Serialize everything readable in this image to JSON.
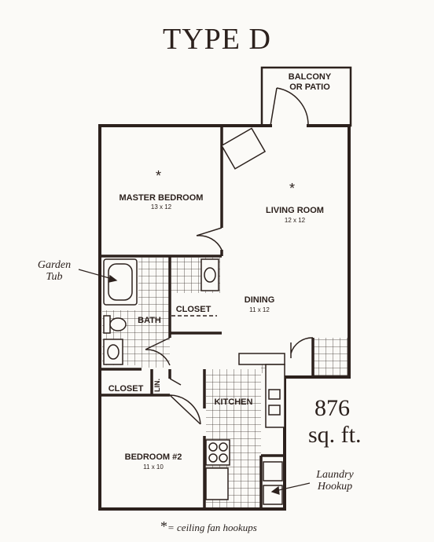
{
  "title": "TYPE D",
  "rooms": {
    "balcony": "BALCONY\nOR PATIO",
    "master_bedroom": {
      "name": "MASTER BEDROOM",
      "dim": "13 x 12"
    },
    "living_room": {
      "name": "LIVING ROOM",
      "dim": "12 x 12"
    },
    "dining": {
      "name": "DINING",
      "dim": "11 x 12"
    },
    "closet_master": "CLOSET",
    "bath": "BATH",
    "closet_hall": "CLOSET",
    "linen": "LIN.",
    "kitchen": "KITCHEN",
    "bedroom2": {
      "name": "BEDROOM #2",
      "dim": "11 x 10"
    }
  },
  "callouts": {
    "garden_tub": "Garden\nTub",
    "laundry": "Laundry\nHookup"
  },
  "area": {
    "value": "876",
    "unit": "sq. ft."
  },
  "legend": {
    "symbol": "*",
    "text": "= ceiling fan hookups"
  }
}
